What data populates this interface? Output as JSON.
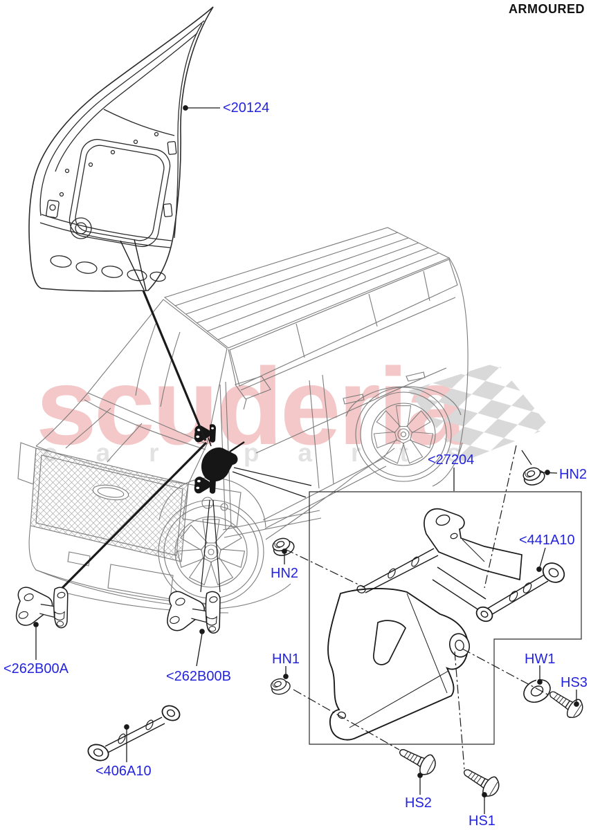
{
  "header": {
    "variant": "ARMOURED"
  },
  "watermark": {
    "brand": "scuderia",
    "tagline": "car parts"
  },
  "colors": {
    "label_blue": "#2323dd",
    "line_dark": "#1a1a1a",
    "car_gray": "#7a7a7a",
    "watermark_pink": "#f4c8c8",
    "watermark_gray": "#e2e2e2",
    "flag_gray": "#d9d9d9",
    "background": "#ffffff"
  },
  "labels": {
    "door": "<20124",
    "check_assembly": "<27204",
    "check_strap_armoured": "<441A10",
    "hinge_upper": "<262B00A",
    "hinge_lower": "<262B00B",
    "check_arm": "<406A10",
    "nut_hn2_top": "HN2",
    "nut_hn2_left": "HN2",
    "nut_hn1": "HN1",
    "washer_hw1": "HW1",
    "bolt_hs3": "HS3",
    "bolt_hs2": "HS2",
    "bolt_hs1": "HS1"
  }
}
